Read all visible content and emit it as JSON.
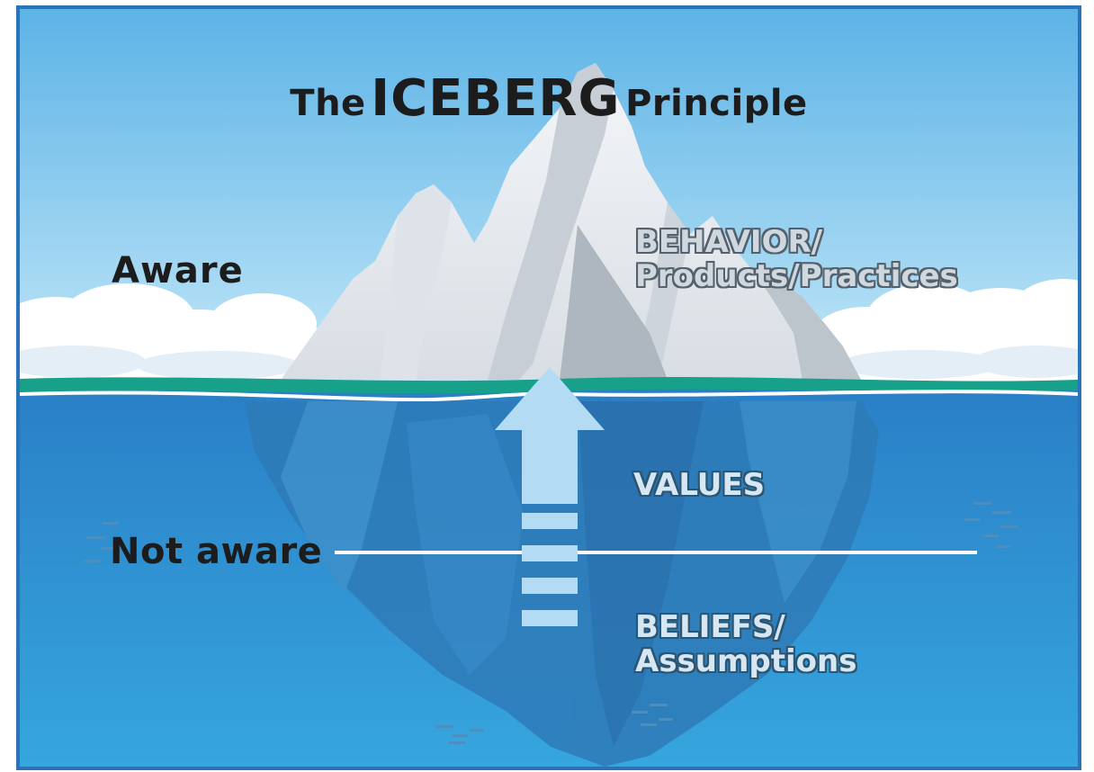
{
  "title": {
    "prefix": "The",
    "main": "ICEBERG",
    "suffix": "Principle"
  },
  "levels": {
    "aware": "Aware",
    "not_aware": "Not aware"
  },
  "layers": {
    "behavior_line1": "BEHAVIOR/",
    "behavior_line2": "Products/Practices",
    "values": "VALUES",
    "beliefs_line1": "BELIEFS/",
    "beliefs_line2": "Assumptions"
  },
  "colors": {
    "sky_top": "#5cb3e6",
    "sky_bottom": "#b9e3f7",
    "sea_top": "#2e86cc",
    "sea_bottom": "#35a4dc",
    "waterline_teal": "#17a08a",
    "frame": "#2a73b8",
    "arrow": "#b3dbf3"
  },
  "icons": [
    "up-arrow-icon",
    "iceberg-illustration",
    "cloud-icon",
    "fish-school-icon"
  ]
}
